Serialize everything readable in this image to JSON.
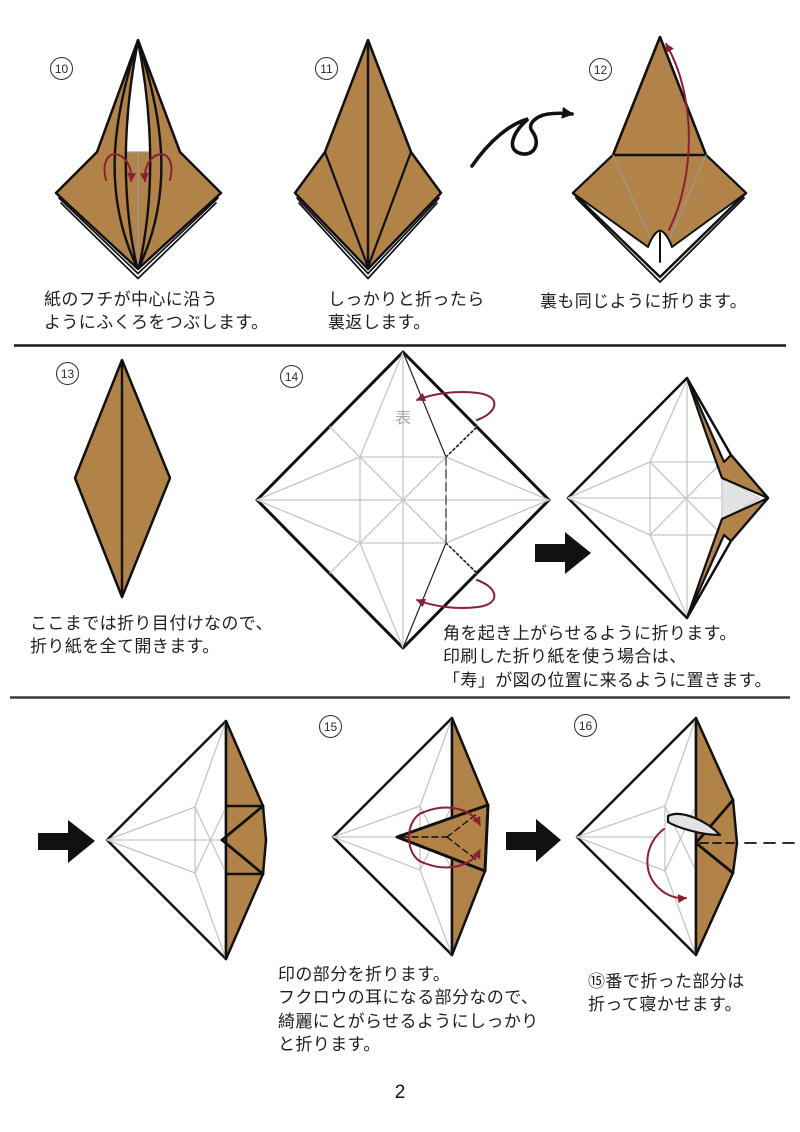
{
  "page": {
    "number": "2",
    "background": "#ffffff"
  },
  "colors": {
    "paper_brown": "#B28349",
    "outline_black": "#111111",
    "fold_arrow_maroon": "#8B2034",
    "crease_gray": "#C6C6C6",
    "hidden_edge_gray": "#999999",
    "front_label_gray": "#A8A8A8",
    "shaded_flap_gray": "#E2E2E2"
  },
  "steps": [
    {
      "id": "10",
      "label": "10",
      "caption": "紙のフチが中心に沿う\nようにふくろをつぶします。"
    },
    {
      "id": "11",
      "label": "11",
      "caption": "しっかりと折ったら\n裏返します。"
    },
    {
      "id": "12",
      "label": "12",
      "caption": "裏も同じように折ります。"
    },
    {
      "id": "13",
      "label": "13",
      "caption": "ここまでは折り目付けなので、\n折り紙を全て開きます。"
    },
    {
      "id": "14",
      "label": "14",
      "caption": "角を起き上がらせるように折ります。\n印刷した折り紙を使う場合は、\n「寿」が図の位置に来るように置きます。",
      "front_label": "表"
    },
    {
      "id": "15",
      "label": "15",
      "caption": "印の部分を折ります。\nフクロウの耳になる部分なので、\n綺麗にとがらせるようにしっかり\nと折ります。"
    },
    {
      "id": "16",
      "label": "16",
      "caption": "⑮番で折った部分は\n折って寝かせます。"
    }
  ]
}
